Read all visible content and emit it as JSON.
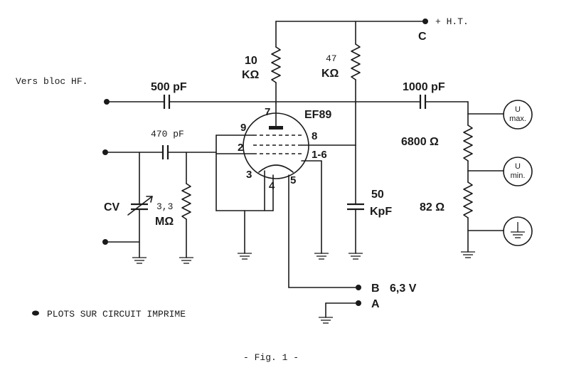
{
  "labels": {
    "ht": "+ H.T.",
    "c": "C",
    "vers_bloc": "Vers bloc HF.",
    "c500": "500 pF",
    "r10_val": "10",
    "r10_unit": "KΩ",
    "r47_val": "47",
    "r47_unit": "KΩ",
    "c1000": "1000 pF",
    "tube": "EF89",
    "c470": "470 pF",
    "r6800": "6800 Ω",
    "r82": "82 Ω",
    "cv": "CV",
    "r33_val": "3,3",
    "r33_unit": "MΩ",
    "c50_val": "50",
    "c50_unit": "KpF",
    "b": "B",
    "v63": "6,3 V",
    "a": "A",
    "legend": "PLOTS SUR CIRCUIT IMPRIME",
    "caption": "- Fig. 1 -"
  },
  "pins": {
    "p7": "7",
    "p9": "9",
    "p2": "2",
    "p8": "8",
    "p3": "3",
    "p16": "1-6",
    "p4": "4",
    "p5": "5"
  },
  "meters": {
    "umax_u": "U",
    "umax_sub": "max.",
    "umin_u": "U",
    "umin_sub": "min."
  }
}
